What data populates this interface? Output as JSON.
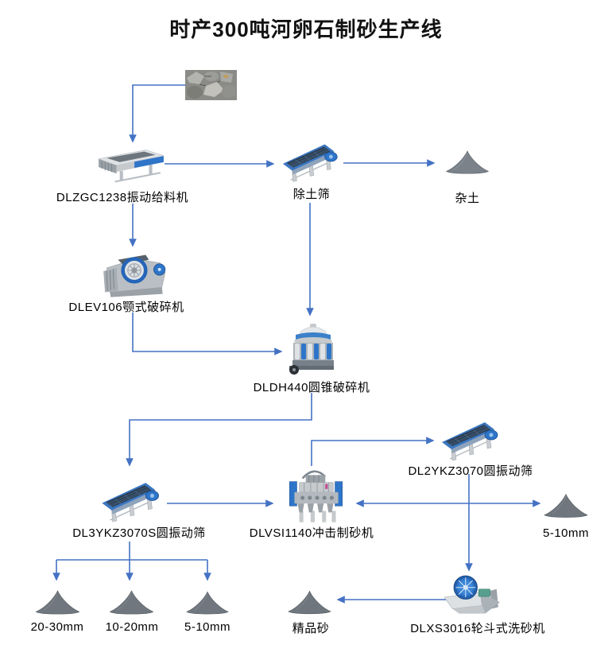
{
  "title": "时产300吨河卵石制砂生产线",
  "colors": {
    "connector_blue": "#4472c4",
    "machine_blue": "#2e75c9",
    "machine_grey": "#c6cacd",
    "pile_grey": "#70777e",
    "text": "#000000"
  },
  "nodes": {
    "raw_material": {
      "icon": "river-pebbles-photo",
      "label": ""
    },
    "feeder": {
      "label": "DLZGC1238振动给料机"
    },
    "soil_screen": {
      "label": "除土筛"
    },
    "waste_soil": {
      "label": "杂土"
    },
    "jaw_crusher": {
      "label": "DLEV106颚式破碎机"
    },
    "cone_crusher": {
      "label": "DLDH440圆锥破碎机"
    },
    "screen_3yk": {
      "label": "DL3YKZ3070S圆振动筛"
    },
    "sand_maker": {
      "label": "DLVSI1140冲击制砂机"
    },
    "screen_2yk": {
      "label": "DL2YKZ3070圆振动筛"
    },
    "aggregate_5_10_right": {
      "label": "5-10mm"
    },
    "washer": {
      "label": "DLXS3016轮斗式洗砂机"
    },
    "fine_sand": {
      "label": "精品砂"
    },
    "aggregate_20_30": {
      "label": "20-30mm"
    },
    "aggregate_10_20": {
      "label": "10-20mm"
    },
    "aggregate_5_10": {
      "label": "5-10mm"
    }
  },
  "edges": [
    {
      "from": "raw_material",
      "to": "feeder"
    },
    {
      "from": "feeder",
      "to": "soil_screen"
    },
    {
      "from": "soil_screen",
      "to": "waste_soil"
    },
    {
      "from": "feeder",
      "to": "jaw_crusher"
    },
    {
      "from": "jaw_crusher",
      "to": "cone_crusher"
    },
    {
      "from": "soil_screen",
      "to": "cone_crusher"
    },
    {
      "from": "cone_crusher",
      "to": "screen_3yk"
    },
    {
      "from": "screen_3yk",
      "to": "sand_maker"
    },
    {
      "from": "sand_maker",
      "to": "screen_2yk"
    },
    {
      "from": "screen_2yk",
      "to": "sand_maker"
    },
    {
      "from": "screen_2yk",
      "to": "aggregate_5_10_right"
    },
    {
      "from": "screen_2yk",
      "to": "washer"
    },
    {
      "from": "washer",
      "to": "fine_sand"
    },
    {
      "from": "screen_3yk",
      "to": "aggregate_20_30"
    },
    {
      "from": "screen_3yk",
      "to": "aggregate_10_20"
    },
    {
      "from": "screen_3yk",
      "to": "aggregate_5_10"
    }
  ]
}
